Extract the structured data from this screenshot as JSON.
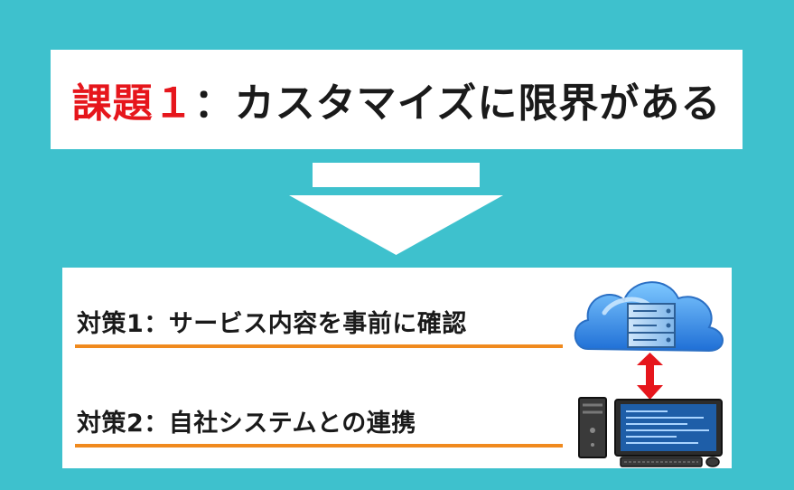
{
  "title": {
    "issue_label": "課題１",
    "issue_text": "：カスタマイズに限界がある"
  },
  "measures": [
    {
      "text": "対策1：サービス内容を事前に確認"
    },
    {
      "text": "対策2：自社システムとの連携"
    }
  ],
  "icons": {
    "cloud": "cloud-server-icon",
    "sync": "double-arrow-icon",
    "computer": "desktop-computer-icon"
  },
  "colors": {
    "background": "#3ec1cd",
    "accent": "#e6161c",
    "underline": "#f08a1e",
    "link_arrow": "#e6161c"
  }
}
